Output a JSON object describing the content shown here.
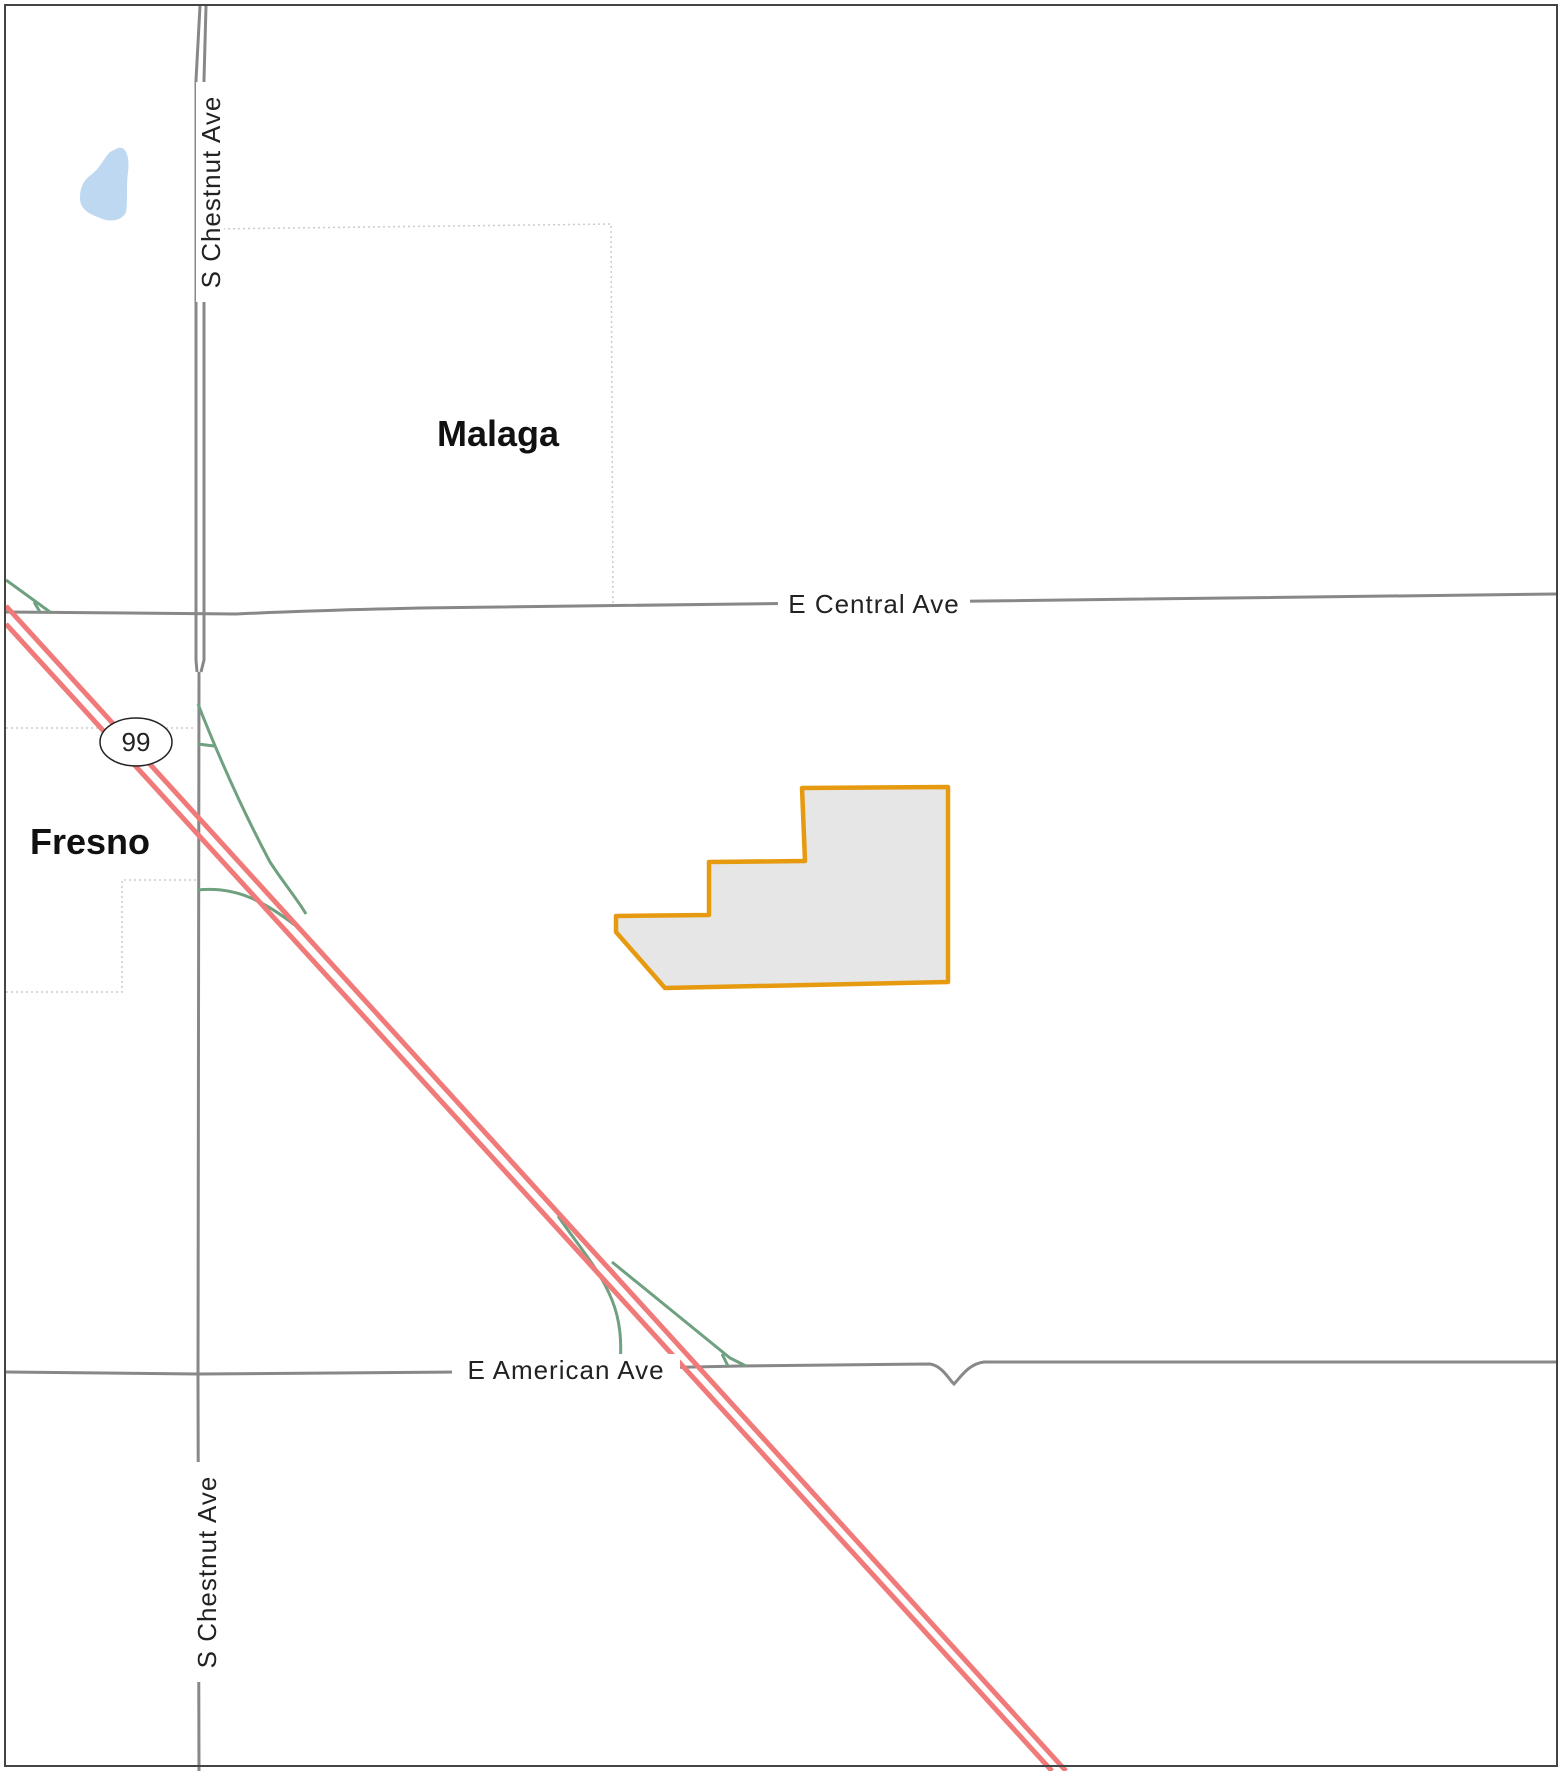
{
  "places": {
    "malaga": "Malaga",
    "fresno": "Fresno"
  },
  "streets": {
    "chestnut_north": "S Chestnut Ave",
    "chestnut_south": "S Chestnut Ave",
    "central": "E Central Ave",
    "american": "E American Ave"
  },
  "highway": {
    "shield": "99"
  },
  "colors": {
    "highway": "#f07a7a",
    "ramp": "#6fa07f",
    "road": "#888888",
    "boundary": "#cccccc",
    "water": "#bfd8f2",
    "site_fill": "#e6e6e6",
    "site_outline": "#e69a10",
    "frame": "#444444"
  },
  "icons": {
    "shield": "highway-shield-icon"
  }
}
